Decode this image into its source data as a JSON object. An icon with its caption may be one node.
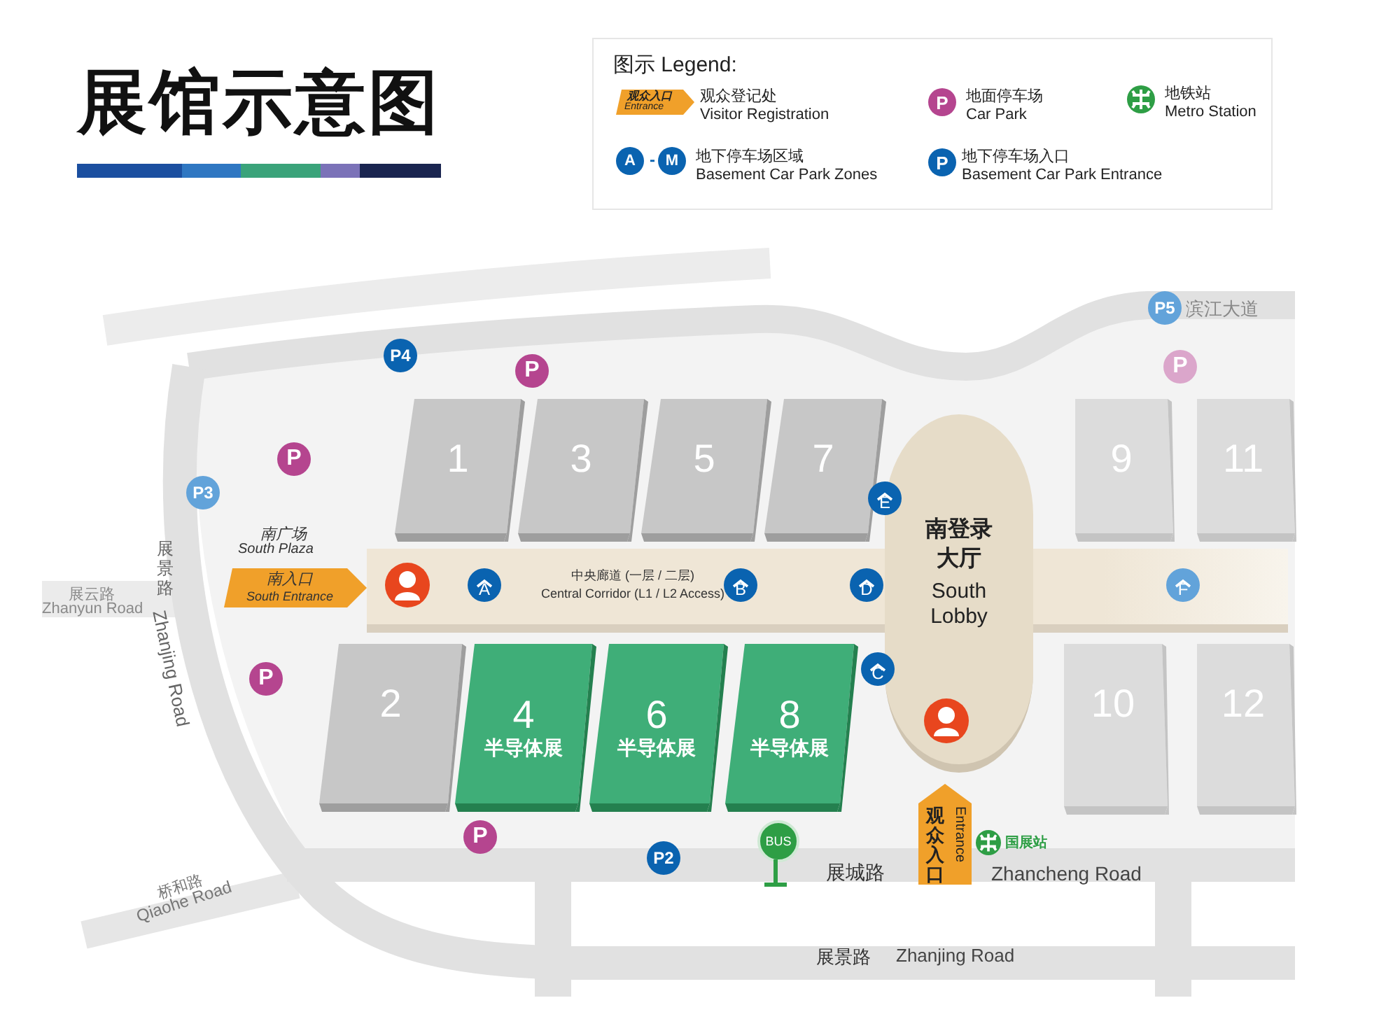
{
  "diagram": {
    "title": "展馆示意图",
    "nodes": [
      {
        "text": [
          "中央廊道 (一层 / 二层)",
          "Central Corridor (L1 / L2 Access)"
        ]
      },
      {
        "text": [
          "1"
        ]
      },
      {
        "text": [
          "3"
        ]
      },
      {
        "text": [
          "5"
        ]
      },
      {
        "text": [
          "7"
        ]
      },
      {
        "text": [
          "9"
        ]
      },
      {
        "text": [
          "11"
        ]
      },
      {
        "text": [
          "南登录大厅",
          "South Lobby"
        ]
      },
      {
        "text": [
          "2"
        ]
      },
      {
        "text": [
          "4",
          "半导体展"
        ]
      },
      {
        "text": [
          "6",
          "半导体展"
        ]
      },
      {
        "text": [
          "8",
          "半导体展"
        ]
      },
      {
        "text": [
          "10"
        ]
      },
      {
        "text": [
          "12"
        ]
      },
      {
        "text": [
          "P5"
        ]
      },
      {
        "text": [
          "P4"
        ]
      },
      {
        "text": [
          "P"
        ]
      },
      {
        "text": [
          "P"
        ]
      },
      {
        "text": [
          "P"
        ]
      },
      {
        "text": [
          "P3"
        ]
      },
      {
        "text": [
          "E"
        ]
      },
      {
        "text": [
          "A"
        ],
        "in": 0
      },
      {
        "text": [
          "B"
        ],
        "in": 0
      },
      {
        "text": [
          "D"
        ],
        "in": 0
      },
      {
        "text": [
          "F"
        ],
        "in": 0
      },
      {
        "text": [
          "南入口",
          "South Entrance"
        ]
      },
      {
        "text": [
          "C"
        ]
      },
      {
        "text": [
          "P"
        ]
      },
      {
        "text": [
          "P"
        ]
      },
      {
        "text": [
          "P2"
        ]
      },
      {
        "text": [
          "观众入口",
          "Entrance"
        ]
      }
    ],
    "labels": [
      "图示 Legend:",
      "观众入口",
      "Entrance",
      "A",
      "-",
      "M",
      "P",
      "P",
      "展云路",
      "Zhanyun Road",
      "南广场",
      "South Plaza",
      "展景路",
      "Zhanjing Road",
      "滨江大道",
      "桥和路",
      "Qiaohe Road",
      "国展站",
      "BUS",
      "展城路",
      "Zhancheng Road",
      "展景路",
      "Zhanjing Road"
    ],
    "legend": [
      {
        "text": "观众登记处 Visitor Registration"
      },
      {
        "text": "地面停车场 Car Park"
      },
      {
        "text": "地铁站 Metro Station"
      },
      {
        "text": "地下停车场区域 Basement Car Park Zones"
      },
      {
        "text": "地下停车场入口 Basement Car Park Entrance"
      }
    ]
  }
}
